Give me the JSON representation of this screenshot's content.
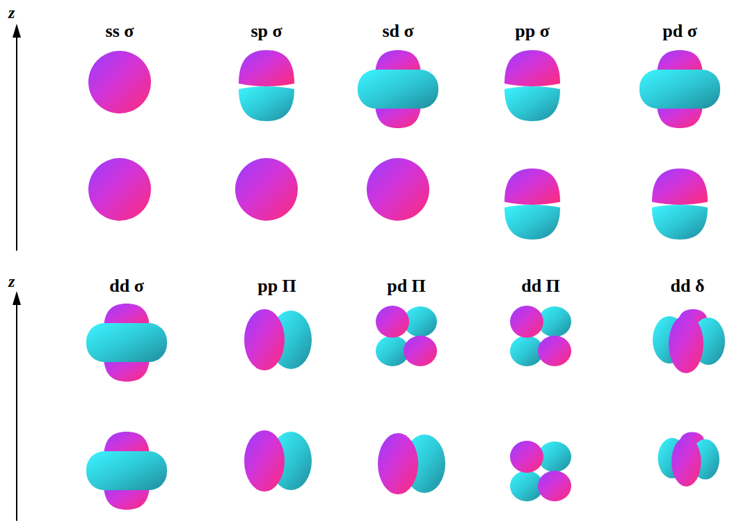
{
  "diagram": {
    "labels": [
      "z",
      "ss σ",
      "sp σ",
      "sd σ",
      "pp σ",
      "pd σ",
      "z",
      "dd σ",
      "pp Π",
      "pd Π",
      "dd Π",
      "dd δ"
    ]
  }
}
